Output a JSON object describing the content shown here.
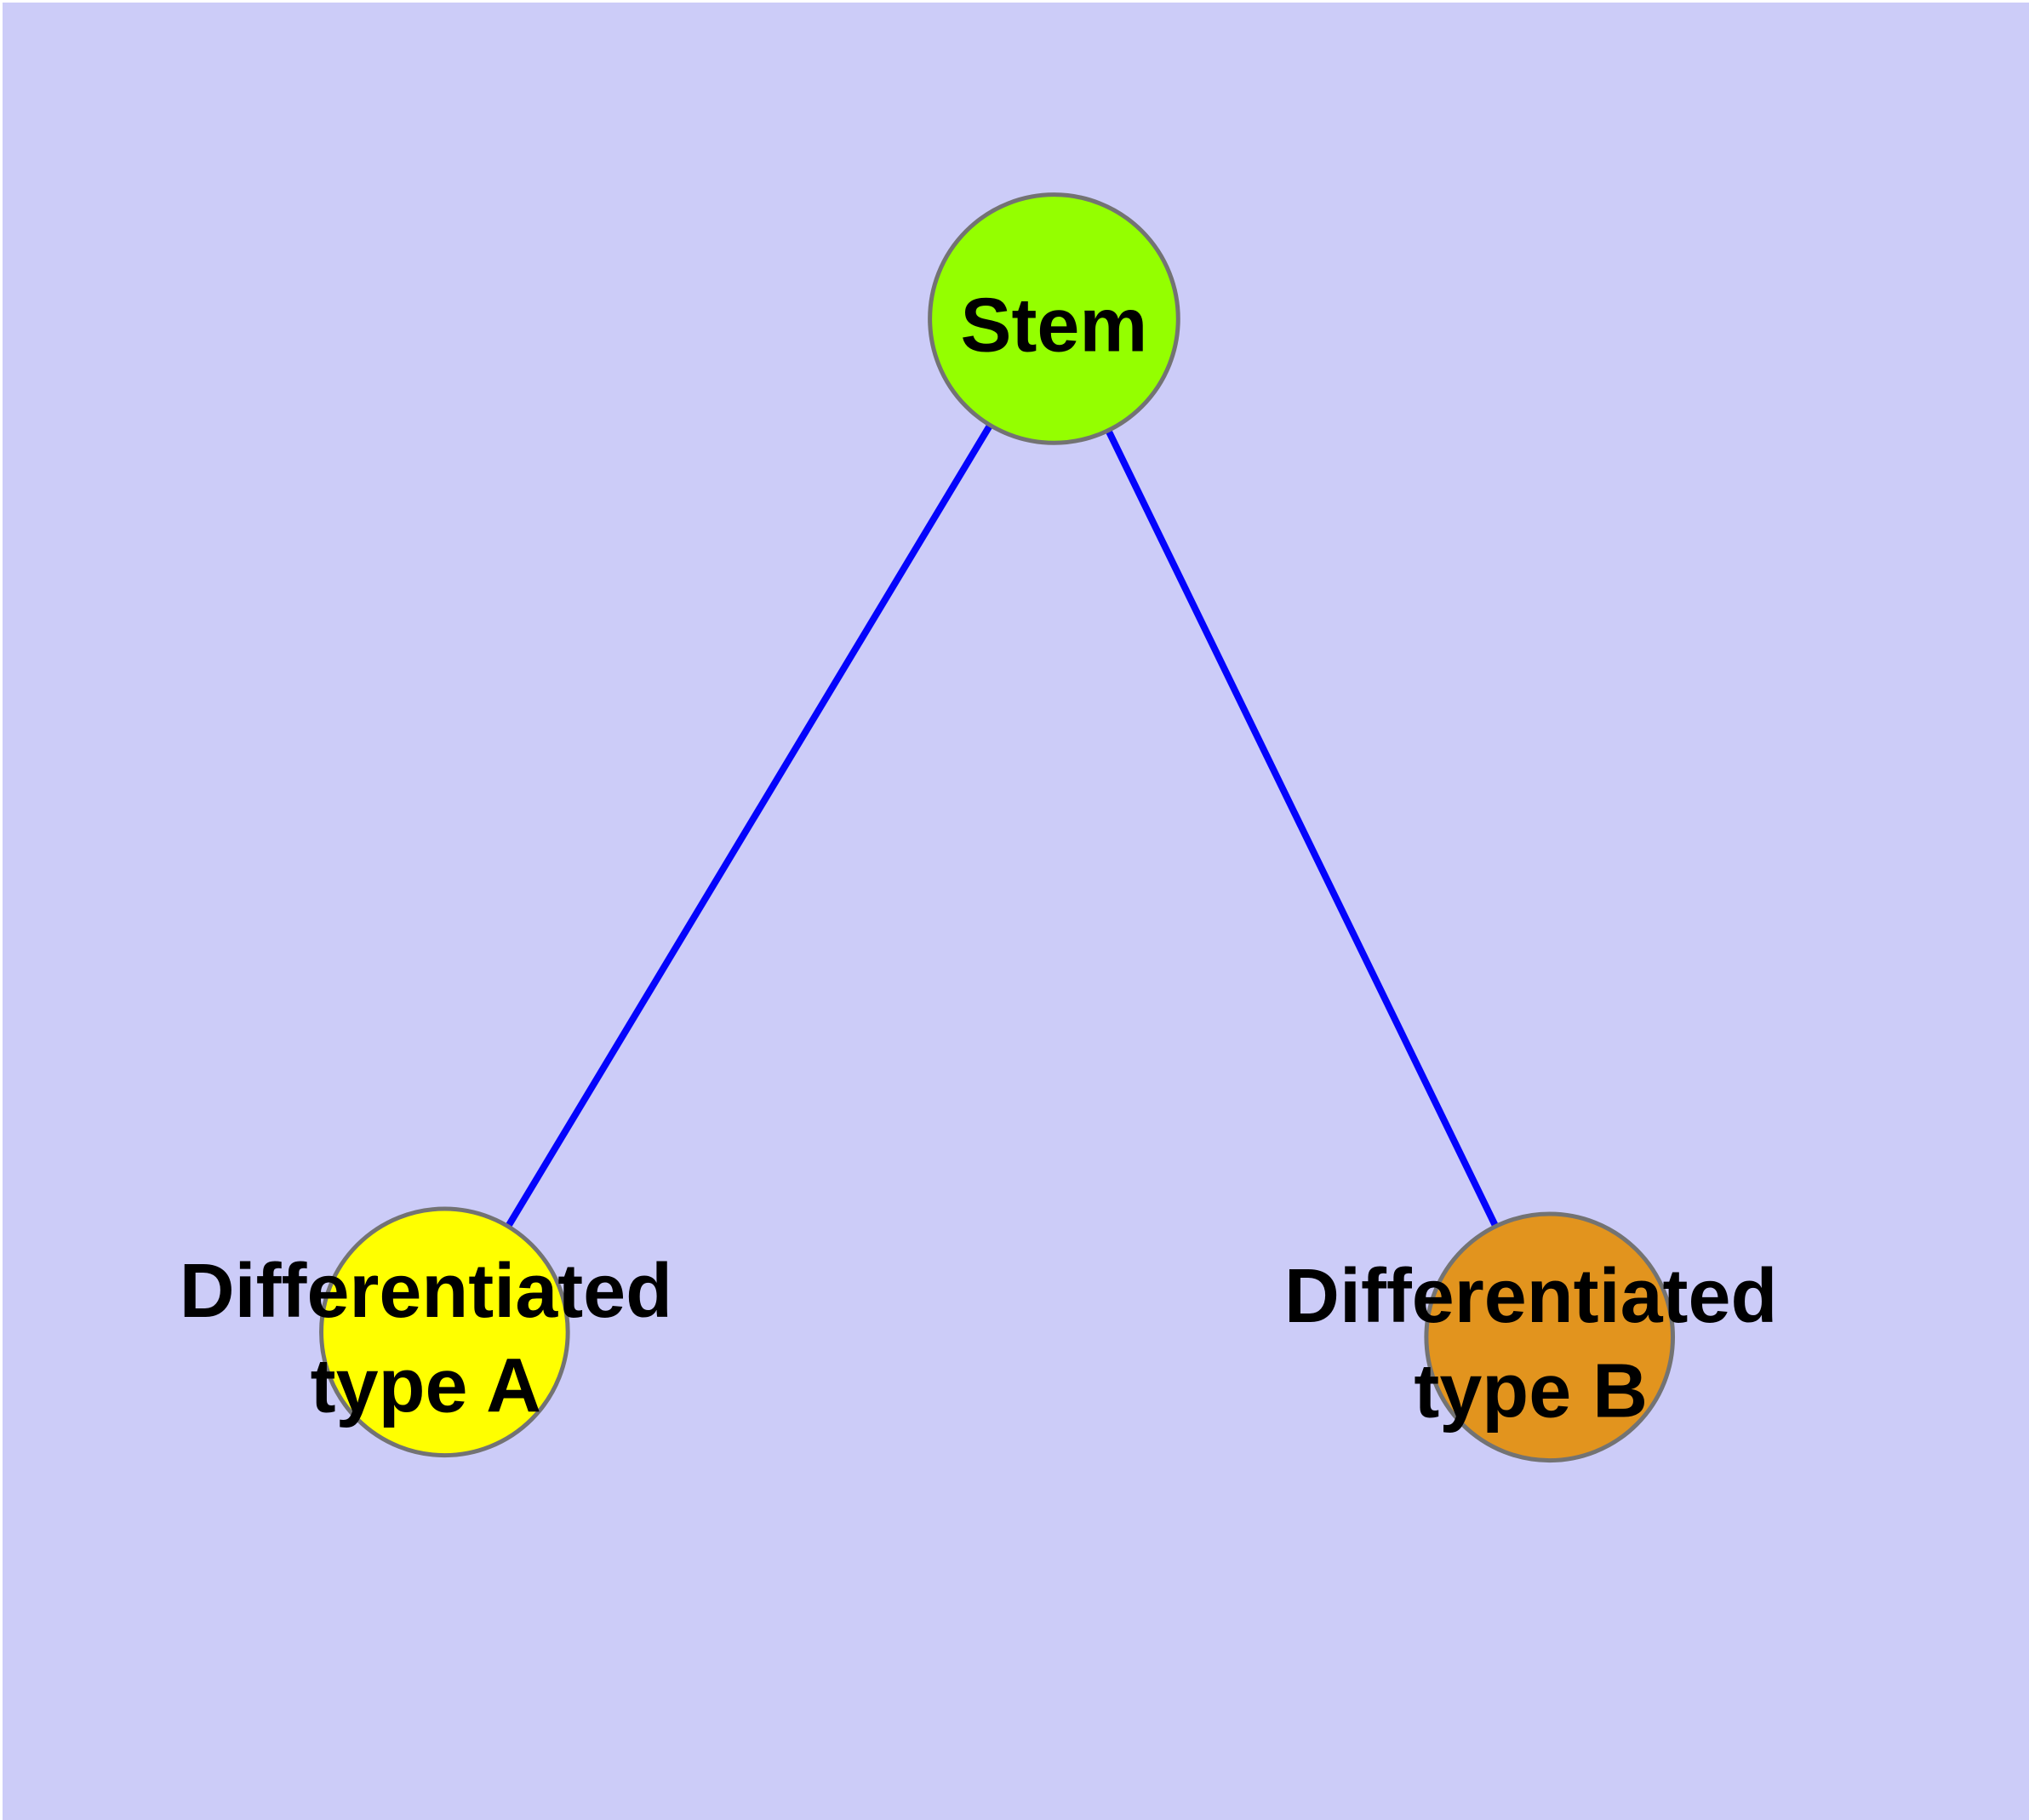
{
  "diagram": {
    "background_color": "#ccccf8",
    "edge_color": "#0404fc",
    "node_stroke_color": "#737373",
    "text_color": "#000000",
    "nodes": [
      {
        "id": "stem",
        "label": "Stem",
        "fill": "#94ff00"
      },
      {
        "id": "differentiated-type-a",
        "label_line1": "Differentiated",
        "label_line2": "type A",
        "fill": "#ffff00"
      },
      {
        "id": "differentiated-type-b",
        "label_line1": "Differentiated",
        "label_line2": "type B",
        "fill": "#e2941e"
      }
    ],
    "edges": [
      {
        "from": "Stem",
        "to": "Differentiated type A"
      },
      {
        "from": "Stem",
        "to": "Differentiated type B"
      }
    ]
  }
}
